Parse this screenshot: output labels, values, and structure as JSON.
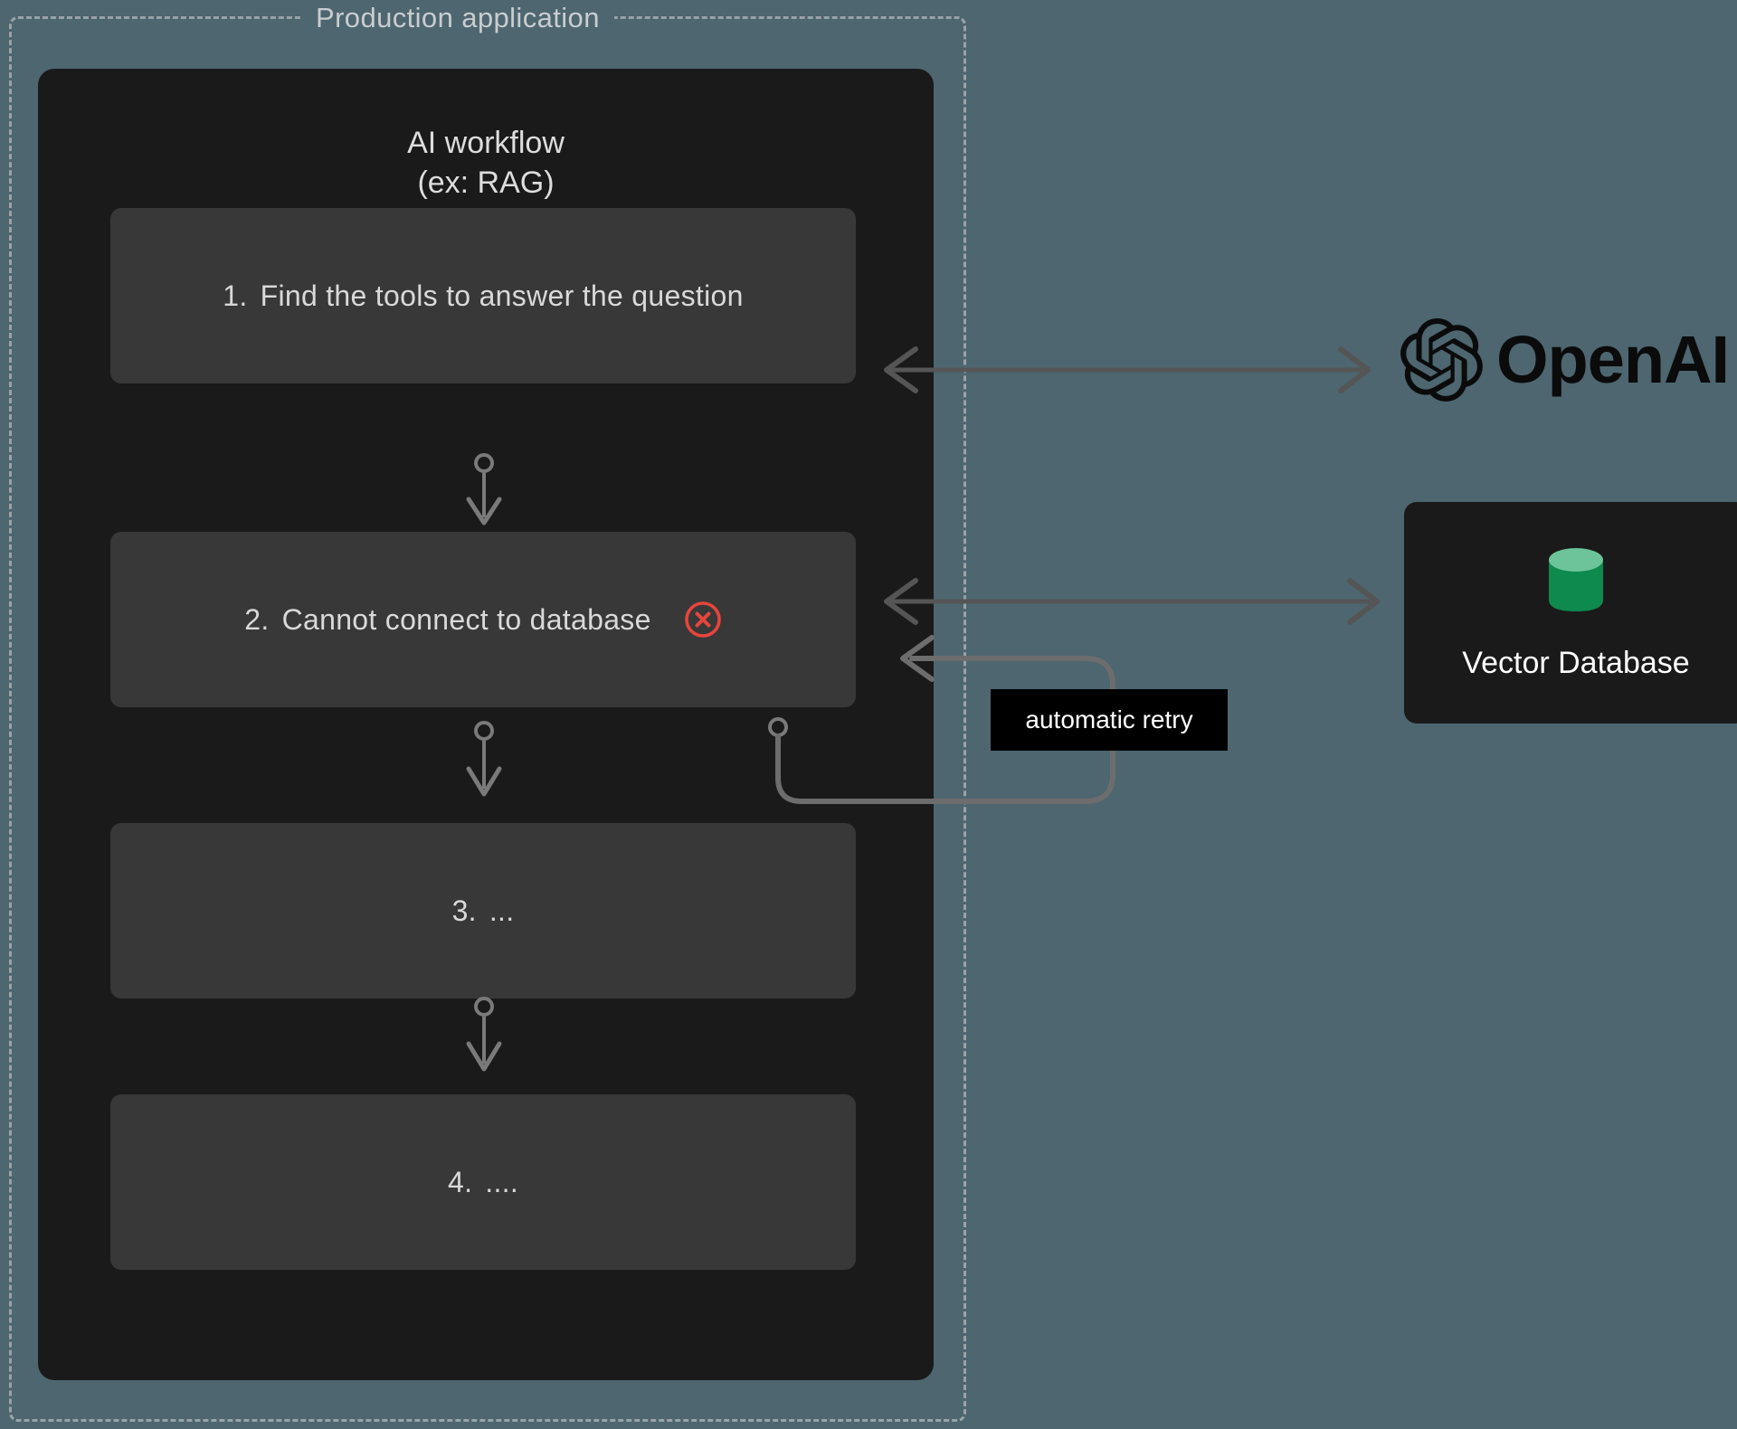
{
  "container": {
    "title": "Production application"
  },
  "workflow": {
    "title": "AI workflow",
    "subtitle": "(ex: RAG)",
    "steps": [
      {
        "number": "1.",
        "text": "Find the tools to answer the question",
        "status": "ok"
      },
      {
        "number": "2.",
        "text": "Cannot connect to database",
        "status": "error"
      },
      {
        "number": "3.",
        "text": "...",
        "status": "ok"
      },
      {
        "number": "4.",
        "text": "....",
        "status": "ok"
      }
    ]
  },
  "annotations": {
    "retry_label": "automatic retry"
  },
  "services": {
    "openai": {
      "name": "OpenAI",
      "logo_icon": "openai-logo-icon"
    },
    "vector_database": {
      "name": "Vector Database",
      "icon": "database-cylinder-icon"
    }
  },
  "icons": {
    "error": "error-circle-x-icon",
    "connector_dot": "connector-dot-icon",
    "arrow_head": "arrow-head-icon"
  },
  "colors": {
    "background": "#4d6670",
    "panel": "#1a1a1a",
    "card": "#383838",
    "dashed_border": "#9aa3a6",
    "error": "#e8453c",
    "arrow": "#555555",
    "db_top": "#6dc49a",
    "db_body": "#0e8a4f",
    "label_bg": "#000000",
    "text_primary": "#d9d9d9"
  }
}
